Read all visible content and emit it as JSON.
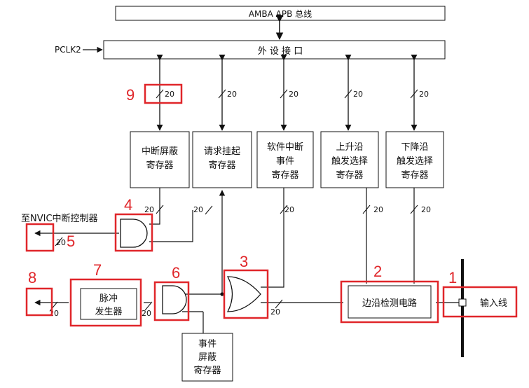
{
  "bus": {
    "amba": "AMBA APB 总线",
    "pclk": "PCLK2",
    "interface": "外 设 接 口"
  },
  "registers": {
    "int_mask": [
      "中断屏蔽",
      "寄存器"
    ],
    "pending": [
      "请求挂起",
      "寄存器"
    ],
    "sw_int": [
      "软件中断",
      "事件",
      "寄存器"
    ],
    "rising": [
      "上升沿",
      "触发选择",
      "寄存器"
    ],
    "falling": [
      "下降沿",
      "触发选择",
      "寄存器"
    ],
    "evt_mask": [
      "事件",
      "屏蔽",
      "寄存器"
    ]
  },
  "blocks": {
    "pulse": [
      "脉冲",
      "发生器"
    ],
    "edge": "边沿检测电路",
    "input": "输入线"
  },
  "nvic": "至NVIC中断控制器",
  "bus_width": "20",
  "callouts": [
    "1",
    "2",
    "3",
    "4",
    "5",
    "6",
    "7",
    "8",
    "9"
  ],
  "colors": {
    "line": "#111111",
    "highlight": "#e0262a",
    "box_fill": "#ffffff"
  }
}
